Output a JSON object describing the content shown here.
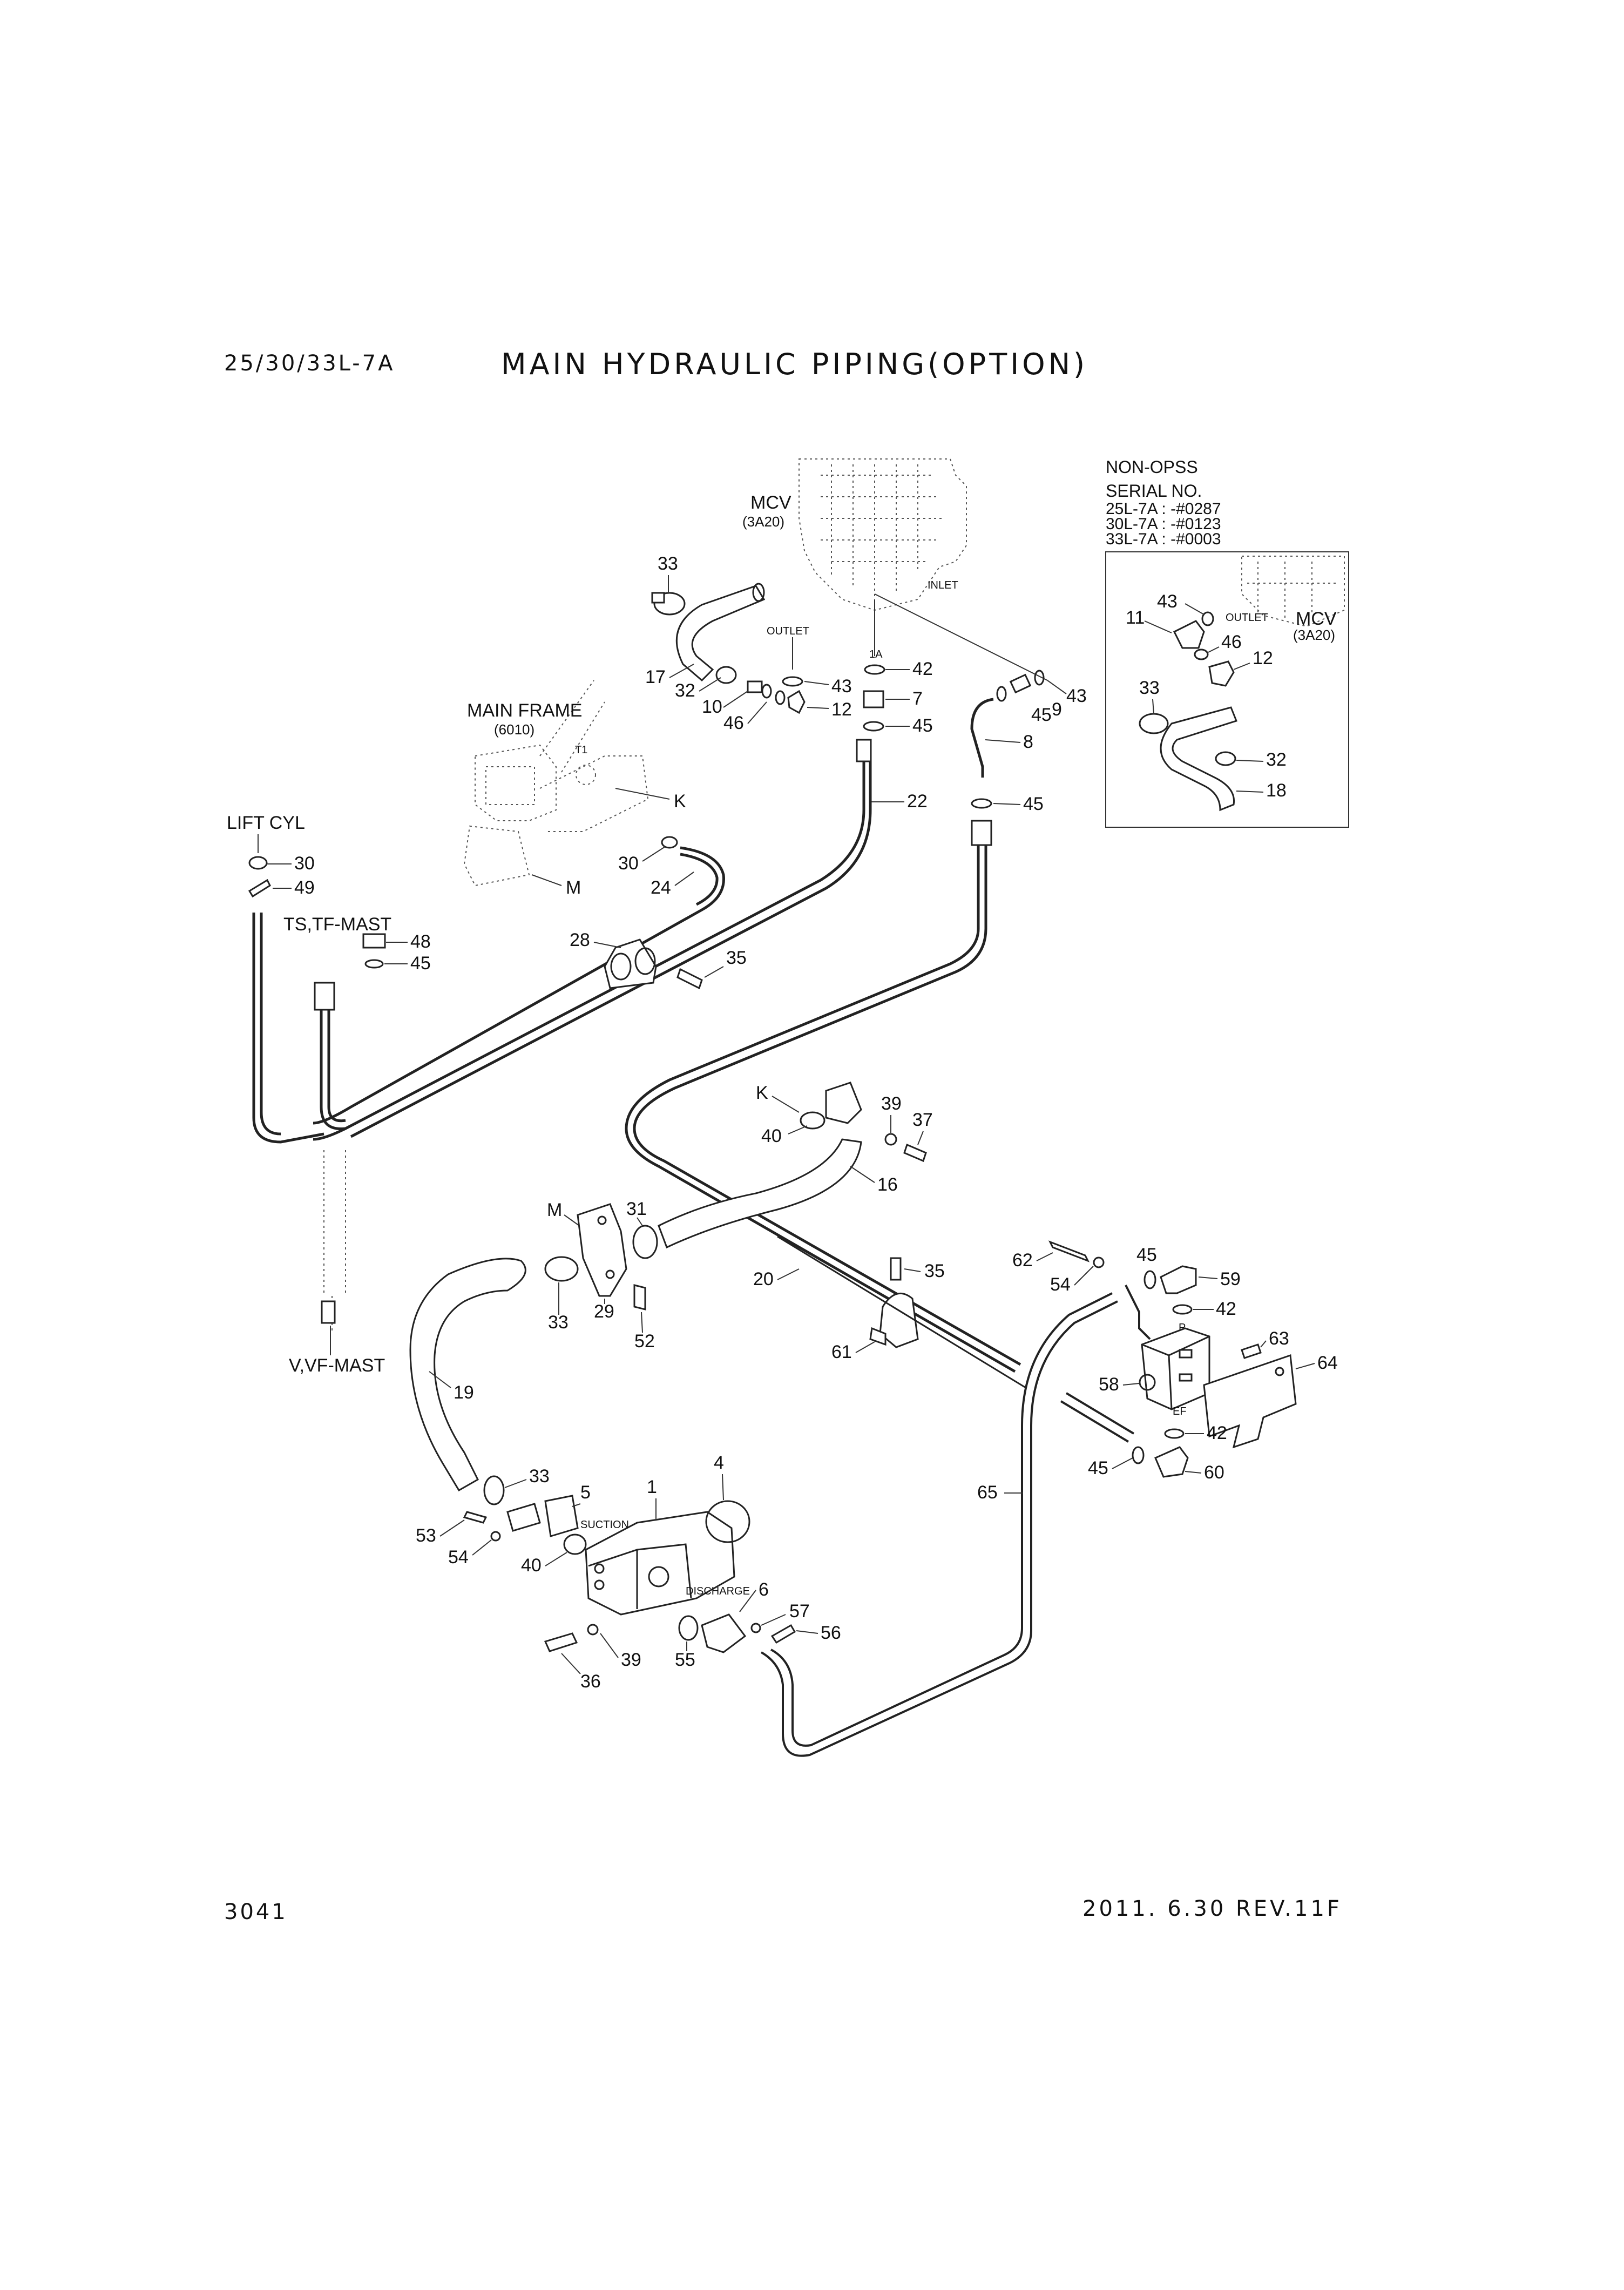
{
  "header": {
    "model": "25/30/33L-7A",
    "title": "MAIN HYDRAULIC PIPING(OPTION)"
  },
  "footer": {
    "page": "3041",
    "revision": "2011. 6.30  REV.11F"
  },
  "inset": {
    "title": "NON-OPSS",
    "serial_label": "SERIAL NO.",
    "serials": [
      "25L-7A : -#0287",
      "30L-7A : -#0123",
      "33L-7A : -#0003"
    ],
    "mcv": "MCV",
    "mcv_code": "(3A20)",
    "outlet": "OUTLET"
  },
  "annotations": {
    "mcv": "MCV",
    "mcv_code": "(3A20)",
    "inlet": "INLET",
    "outlet": "OUTLET",
    "port_1a": "1A",
    "main_frame": "MAIN FRAME",
    "main_frame_code": "(6010)",
    "t1": "T1",
    "k": "K",
    "m": "M",
    "lift_cyl": "LIFT CYL",
    "ts_tf_mast": "TS,TF-MAST",
    "v_vf_mast": "V,VF-MAST",
    "suction": "SUCTION",
    "discharge": "DISCHARGE",
    "port_p": "P",
    "port_ef": "EF"
  },
  "callouts": {
    "top_33": "33",
    "top_17": "17",
    "top_32": "32",
    "top_10": "10",
    "top_46": "46",
    "top_43": "43",
    "top_12": "12",
    "top_42": "42",
    "top_7": "7",
    "top_45": "45",
    "top_9": "9",
    "top_45b": "45",
    "top_43b": "43",
    "top_8": "8",
    "top_22": "22",
    "top_45c": "45",
    "lc_30": "30",
    "lc_49": "49",
    "ts_48": "48",
    "ts_45": "45",
    "mf_30": "30",
    "mf_24": "24",
    "c28": "28",
    "c35": "35",
    "k40": "40",
    "k39": "39",
    "k37": "37",
    "k16": "16",
    "m31": "31",
    "m33": "33",
    "m29": "29",
    "m52": "52",
    "c35b": "35",
    "c20": "20",
    "c61": "61",
    "c19": "19",
    "p33": "33",
    "p5": "5",
    "p1": "1",
    "p4": "4",
    "p53": "53",
    "p54": "54",
    "p40": "40",
    "p6": "6",
    "p57": "57",
    "p56": "56",
    "p55": "55",
    "p39": "39",
    "p36": "36",
    "v62": "62",
    "v54": "54",
    "v45": "45",
    "v59": "59",
    "v42": "42",
    "v63": "63",
    "v64": "64",
    "v58": "58",
    "v42b": "42",
    "v45b": "45",
    "v60": "60",
    "c65": "65",
    "i43": "43",
    "i11": "11",
    "i46": "46",
    "i12": "12",
    "i33": "33",
    "i32": "32",
    "i18": "18"
  }
}
